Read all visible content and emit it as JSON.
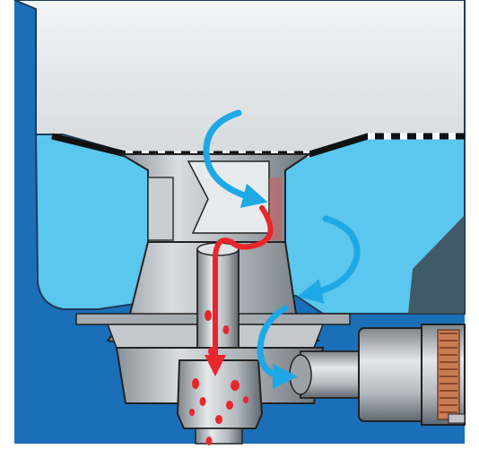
{
  "diagram": {
    "colors": {
      "outer_background": "#1a6fb8",
      "tub_liquid": "#5bc6ee",
      "drum": "#e9ecef",
      "metal_light": "#dfe3e6",
      "metal_mid": "#aab1b8",
      "metal_dark": "#6d757d",
      "coolant_flow_arrow": "#1ea8e6",
      "contaminant_flow_arrow": "#e8262b",
      "hose_clamp": "#c97b52"
    },
    "elements": [
      "outer-background",
      "tub-liquid",
      "drum",
      "perforated-rim",
      "inlet-funnel",
      "outlet-tube",
      "valve-body",
      "collection-cup",
      "side-pipe",
      "hose-coupling",
      "blue-flow-arrows",
      "red-flow-arrow",
      "red-particles"
    ]
  }
}
